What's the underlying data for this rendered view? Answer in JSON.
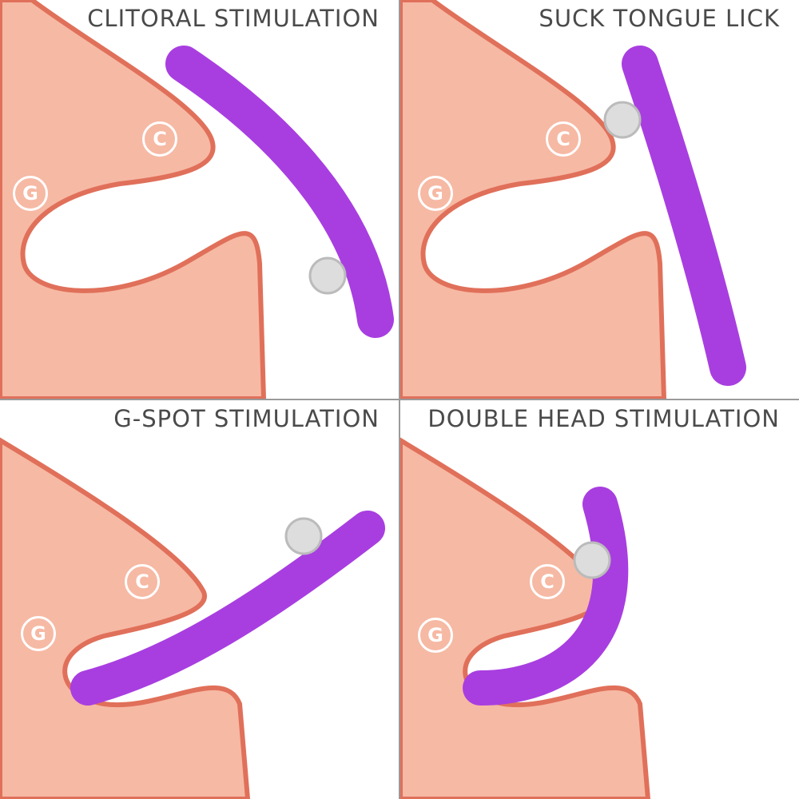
{
  "panels": [
    {
      "title": "CLITORAL STIMULATION",
      "markers": [
        "C",
        "G"
      ]
    },
    {
      "title": "SUCK TONGUE LICK",
      "markers": [
        "C",
        "G"
      ]
    },
    {
      "title": "G-SPOT STIMULATION",
      "markers": [
        "C",
        "G"
      ]
    },
    {
      "title": "DOUBLE HEAD STIMULATION",
      "markers": [
        "C",
        "G"
      ]
    }
  ],
  "colors": {
    "skin": "#f6b9a4",
    "outline": "#e0705a",
    "device": "#a83ee0",
    "text": "#4a4a4a"
  }
}
